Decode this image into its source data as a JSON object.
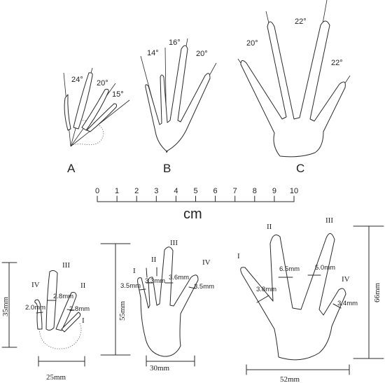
{
  "panels": {
    "A": {
      "label": "A",
      "angles": [
        "24°",
        "20°",
        "15°"
      ]
    },
    "B": {
      "label": "B",
      "angles": [
        "14°",
        "16°",
        "20°"
      ]
    },
    "C": {
      "label": "C",
      "angles": [
        "20°",
        "22°",
        "22°"
      ]
    }
  },
  "scale_bar": {
    "ticks": [
      "0",
      "1",
      "2",
      "3",
      "4",
      "5",
      "6",
      "7",
      "8",
      "9",
      "10"
    ],
    "unit": "cm"
  },
  "tracks": {
    "A": {
      "digits": [
        "IV",
        "III",
        "II",
        "I"
      ],
      "widths": [
        "2.0mm",
        "2.8mm",
        "2.8mm"
      ],
      "length": "35mm",
      "width": "25mm"
    },
    "B": {
      "digits": [
        "I",
        "II",
        "III",
        "IV"
      ],
      "widths": [
        "3.5mm",
        "3.3mm",
        "3.6mm",
        "3.5mm"
      ],
      "length": "55mm",
      "width": "30mm"
    },
    "C": {
      "digits": [
        "I",
        "II",
        "III",
        "IV"
      ],
      "widths": [
        "3.8mm",
        "6.5mm",
        "5.0mm",
        "3.4mm"
      ],
      "length": "66mm",
      "width": "52mm"
    }
  },
  "colors": {
    "ink": "#2a2a2a",
    "background": "#ffffff"
  }
}
